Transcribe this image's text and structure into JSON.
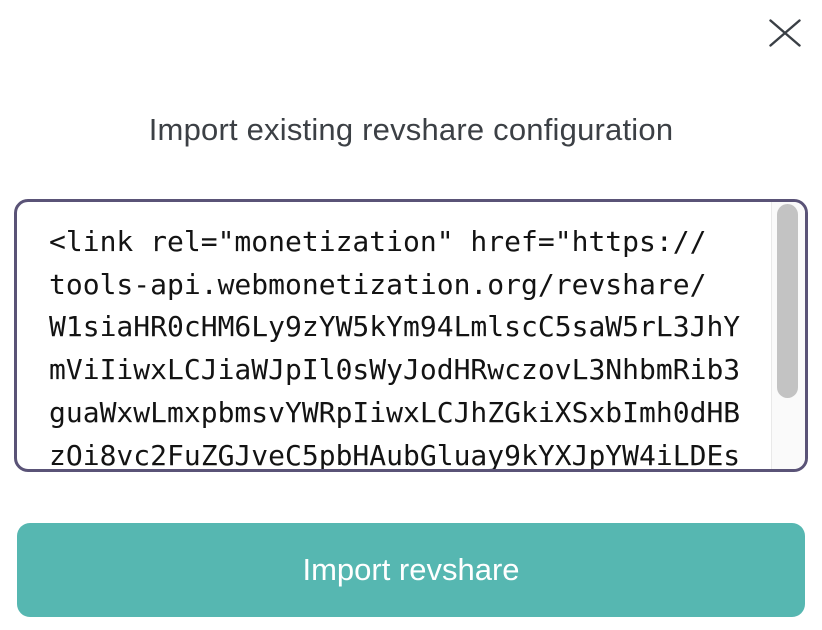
{
  "dialog": {
    "title": "Import existing revshare configuration"
  },
  "textarea": {
    "visible_text": "<link rel=\"monetization\" href=\"https://\ntools-api.webmonetization.org/revshare/\nW1siaHR0cHM6Ly9zYW5kYm94LmlscC5saW5rL3JhY\nmViIiwxLCJiaWJpIl0sWyJodHRwczovL3NhbmRib3\nguaWxwLmxpbmsvYWRpIiwxLCJhZGkiXSxbImh0dHB\nzOi8vc2FuZGJveC5pbHAubGluay9kYXJpYW4iLDEs"
  },
  "button": {
    "label": "Import revshare"
  },
  "icons": {
    "close": "x-icon"
  },
  "colors": {
    "accent_teal": "#56b7b1",
    "input_border": "#5a5377",
    "title_text": "#3c4045",
    "mono_text": "#131313",
    "scroll_thumb": "#c3c3c3",
    "scroll_track": "#fafafa",
    "close_icon": "#3a3f45"
  }
}
